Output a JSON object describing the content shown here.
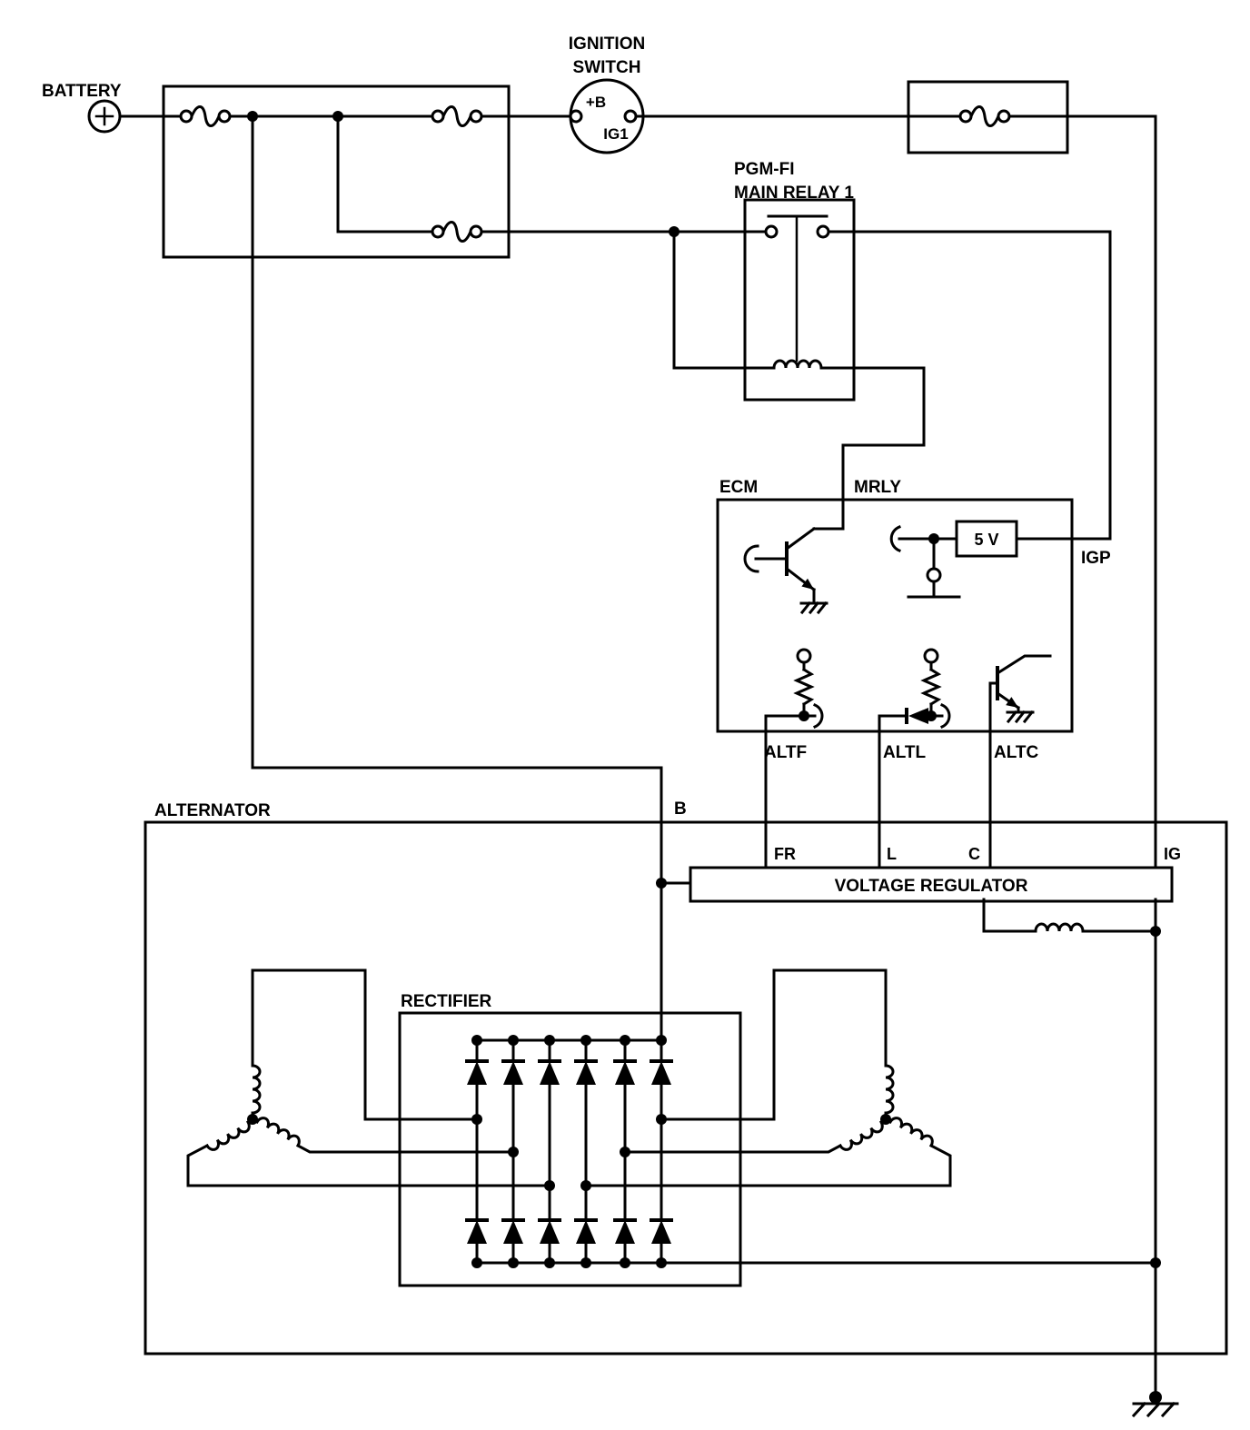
{
  "diagram": {
    "type": "automotive charging system wiring diagram",
    "colors": {
      "line": "#000000",
      "background": "#ffffff"
    },
    "labels": {
      "battery": "BATTERY",
      "ignition_switch_line1": "IGNITION",
      "ignition_switch_line2": "SWITCH",
      "ignition_terminal_b": "+B",
      "ignition_terminal_ig1": "IG1",
      "relay_line1": "PGM-FI",
      "relay_line2": "MAIN RELAY 1",
      "ecm": "ECM",
      "mrly": "MRLY",
      "five_volt": "5 V",
      "igp": "IGP",
      "altf": "ALTF",
      "altl": "ALTL",
      "altc": "ALTC",
      "alternator": "ALTERNATOR",
      "terminal_b": "B",
      "terminal_fr": "FR",
      "terminal_l": "L",
      "terminal_c": "C",
      "terminal_ig": "IG",
      "voltage_regulator": "VOLTAGE REGULATOR",
      "rectifier": "RECTIFIER"
    }
  }
}
